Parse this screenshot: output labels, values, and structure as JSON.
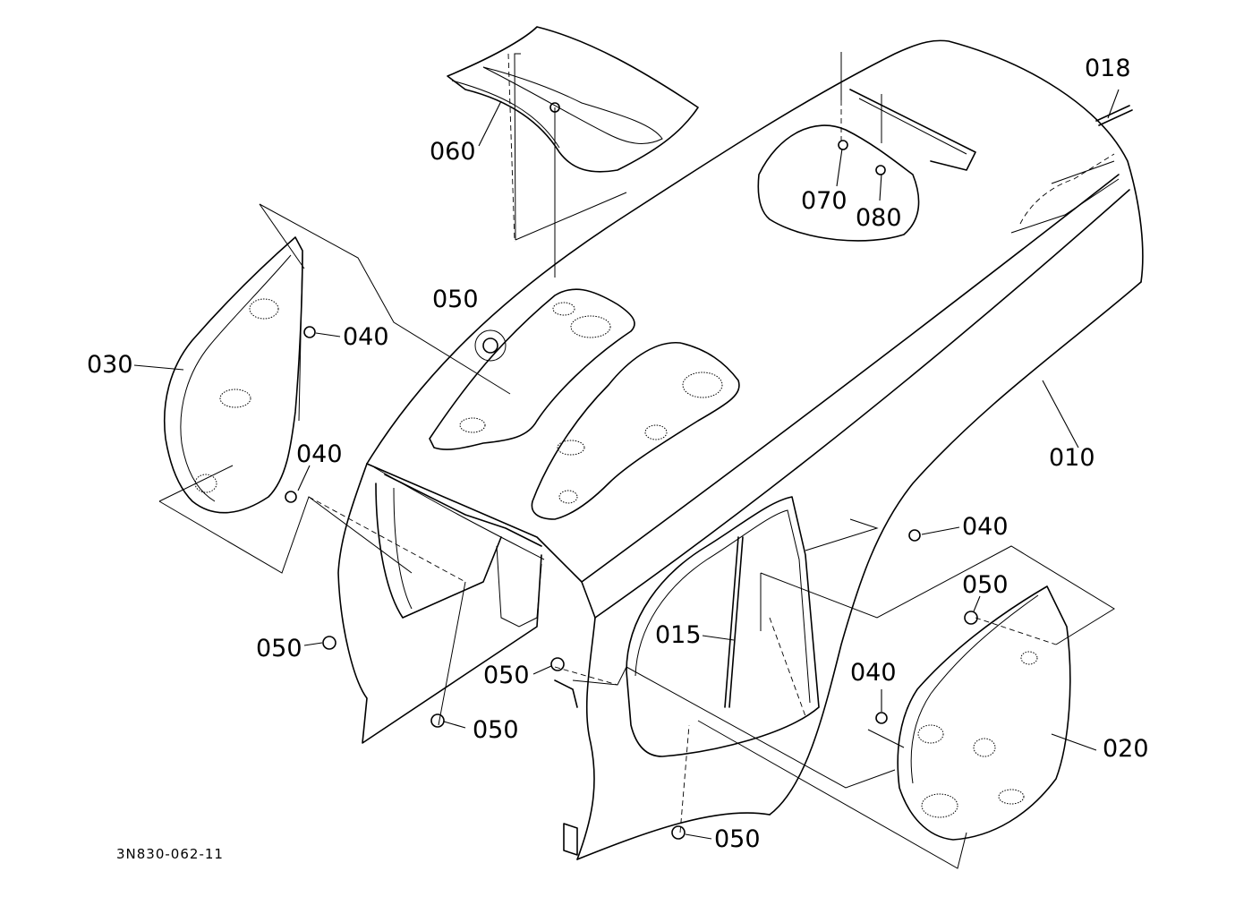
{
  "diagram": {
    "reference_code": "3N830-062-11",
    "callouts": [
      {
        "id": "c018",
        "label": "018"
      },
      {
        "id": "c060",
        "label": "060"
      },
      {
        "id": "c070",
        "label": "070"
      },
      {
        "id": "c080",
        "label": "080"
      },
      {
        "id": "c050a",
        "label": "050"
      },
      {
        "id": "c040a",
        "label": "040"
      },
      {
        "id": "c030",
        "label": "030"
      },
      {
        "id": "c040b",
        "label": "040"
      },
      {
        "id": "c010",
        "label": "010"
      },
      {
        "id": "c040c",
        "label": "040"
      },
      {
        "id": "c050b",
        "label": "050"
      },
      {
        "id": "c015",
        "label": "015"
      },
      {
        "id": "c040d",
        "label": "040"
      },
      {
        "id": "c050c",
        "label": "050"
      },
      {
        "id": "c050d",
        "label": "050"
      },
      {
        "id": "c050e",
        "label": "050"
      },
      {
        "id": "c020",
        "label": "020"
      },
      {
        "id": "c050f",
        "label": "050"
      }
    ]
  }
}
